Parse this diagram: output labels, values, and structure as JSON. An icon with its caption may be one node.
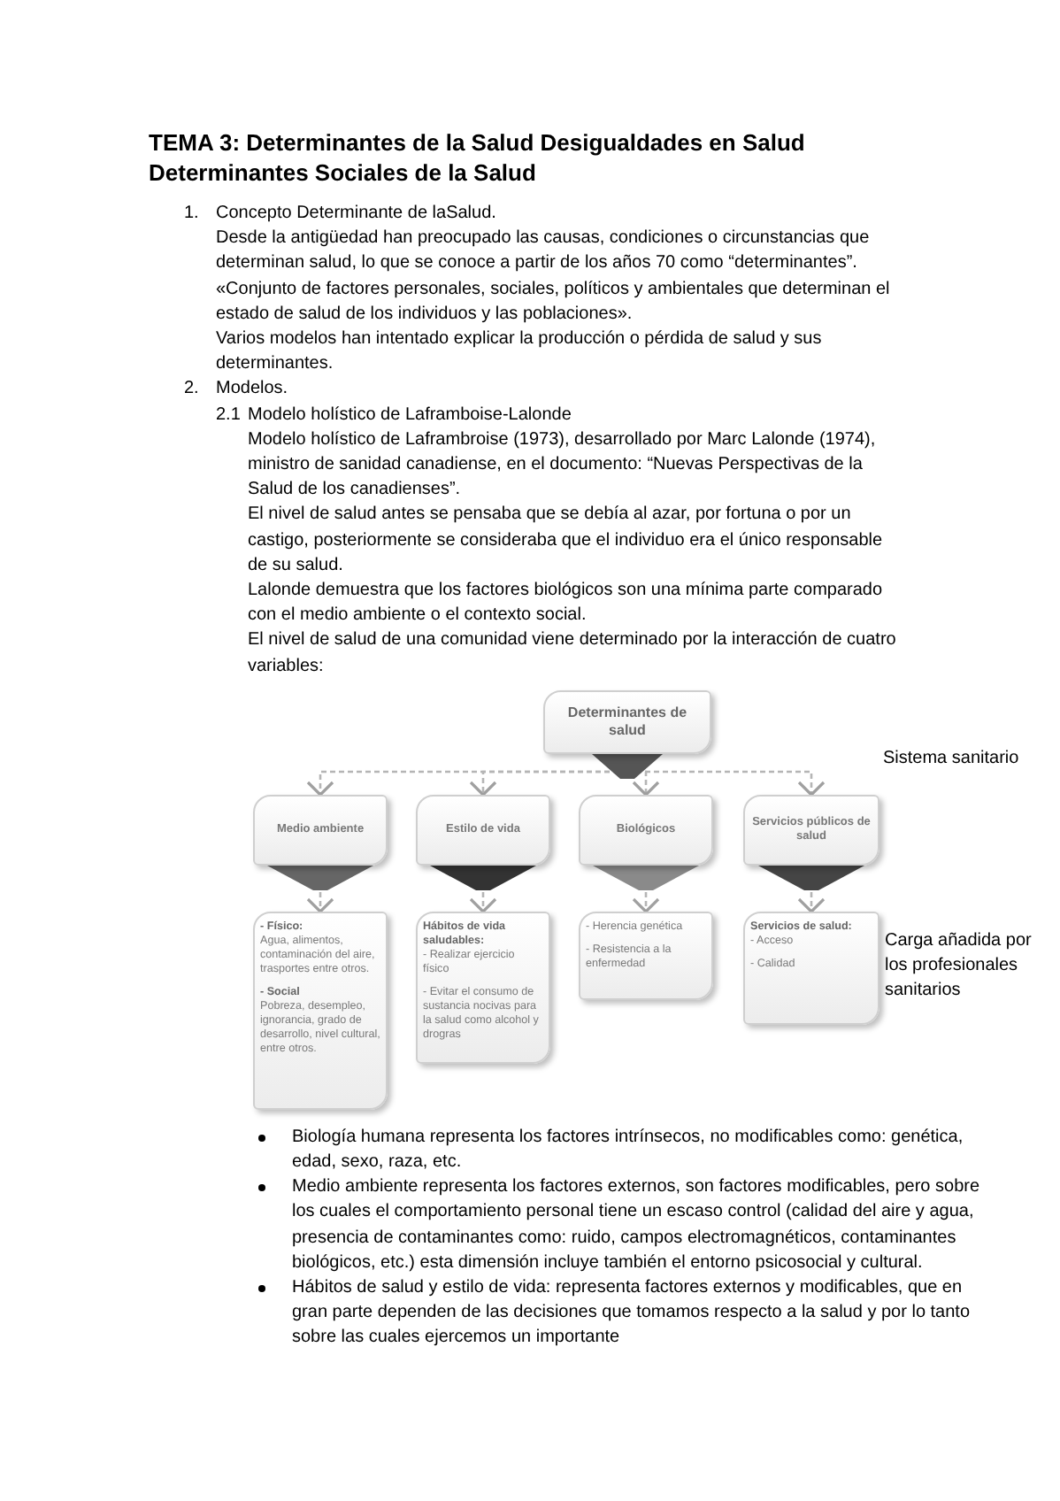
{
  "diagram": {
    "title": "TEMA 3: Determinantes de la Salud Desigualdades en Salud Determinantes Sociales de la Salud",
    "nodes": [
      {
        "text": [
          "Determinantes de salud"
        ]
      },
      {
        "text": [
          "Medio ambiente"
        ]
      },
      {
        "text": [
          "Estilo de vida"
        ]
      },
      {
        "text": [
          "Biológicos"
        ]
      },
      {
        "text": [
          "Servicios públicos de salud"
        ],
        "beside": [
          "Sistema sanitario"
        ]
      },
      {
        "text": [
          "- Físico:",
          "Agua, alimentos, contaminación del aire, trasportes entre otros.",
          "- Social",
          "Pobreza, desempleo, ignorancia, grado de desarrollo, nivel cultural, entre otros."
        ]
      },
      {
        "text": [
          "Hábitos de vida saludables:",
          "- Realizar ejercicio físico",
          "- Evitar el consumo de sustancia nocivas para la salud como alcohol y drogras"
        ]
      },
      {
        "text": [
          "- Herencia genética",
          "- Resistencia a la enfermedad"
        ]
      },
      {
        "text": [
          "Servicios de salud:",
          "- Acceso",
          "- Calidad"
        ],
        "beside": [
          "Carga añadida por los profesionales sanitarios"
        ]
      }
    ],
    "edges": [
      {
        "from": 0,
        "to": 1,
        "arrow": "to",
        "style": "dashed"
      },
      {
        "from": 0,
        "to": 2,
        "arrow": "to",
        "style": "dashed"
      },
      {
        "from": 0,
        "to": 3,
        "arrow": "to",
        "style": "dashed"
      },
      {
        "from": 0,
        "to": 4,
        "arrow": "to",
        "style": "dashed"
      },
      {
        "from": 1,
        "to": 5,
        "arrow": "to",
        "style": "dashed"
      },
      {
        "from": 2,
        "to": 6,
        "arrow": "to",
        "style": "dashed"
      },
      {
        "from": 3,
        "to": 7,
        "arrow": "to",
        "style": "dashed"
      },
      {
        "from": 4,
        "to": 8,
        "arrow": "to",
        "style": "dashed"
      }
    ],
    "labels": [
      "1.",
      "Concepto Determinante de laSalud.",
      "Desde la antigüedad han preocupado las causas, condiciones o circunstancias que determinan salud, lo que se conoce a partir de los años 70 como “determinantes”.",
      "«Conjunto de factores personales, sociales, políticos y ambientales que determinan el estado de salud de los individuos y las poblaciones».",
      "Varios modelos han intentado explicar la producción o pérdida de salud y sus determinantes.",
      "2.",
      "Modelos.",
      "2.1",
      "Modelo holístico de Laframboise-Lalonde",
      "Modelo holístico de Laframbroise (1973), desarrollado por Marc Lalonde (1974), ministro de sanidad canadiense, en el documento: “Nuevas Perspectivas de la Salud de los canadienses”.",
      "El nivel de salud antes se pensaba que se debía al azar, por fortuna o por un castigo, posteriormente se consideraba que el individuo era el único responsable de su salud.",
      "Lalonde demuestra que los factores biológicos son una mínima parte comparado con el medio ambiente o el contexto social.",
      "El nivel de salud de una comunidad viene determinado por la interacción de cuatro variables:",
      "Biología humana representa los factores intrínsecos, no modificables como: genética, edad, sexo, raza, etc.",
      "Medio ambiente representa los factores externos, son factores modificables, pero sobre los cuales el comportamiento personal tiene un escaso control (calidad del aire y agua, presencia de contaminantes como: ruido, campos electromagnéticos, contaminantes biológicos, etc.) esta dimensión incluye también el entorno psicosocial y cultural.",
      "Hábitos de salud y estilo de vida: representa factores externos y modificables, que en gran parte dependen de las decisiones que tomamos respecto a la salud y por lo tanto sobre las cuales ejercemos un importante"
    ]
  }
}
